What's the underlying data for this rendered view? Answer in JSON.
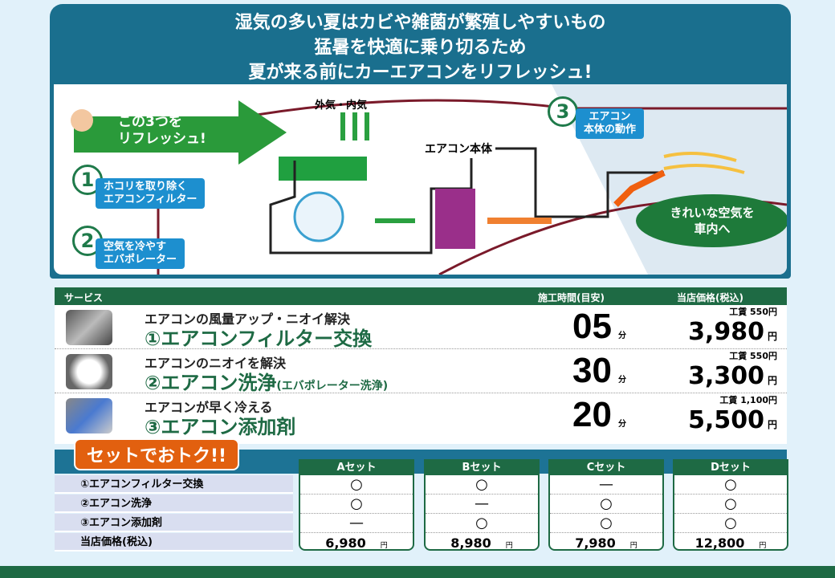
{
  "headline": [
    "湿気の多い夏はカビや雑菌が繁殖しやすいもの",
    "猛暑を快適に乗り切るため",
    "夏が来る前にカーエアコンをリフレッシュ!"
  ],
  "diagram": {
    "refresh": "この3つを\nリフレッシュ!",
    "intake": "外気・内気",
    "unit": "エアコン本体",
    "n1": "1",
    "n2": "2",
    "n3": "3",
    "l1": "ホコリを取り除く\nエアコンフィルター",
    "l2": "空気を冷やす\nエバポレーター",
    "l3": "エアコン\n本体の動作",
    "clean": "きれいな空気を\n車内へ"
  },
  "services": {
    "headers": {
      "service": "サービス",
      "time": "施工時間(目安)",
      "price": "当店価格(税込)"
    },
    "min": "分",
    "yen": "円",
    "rows": [
      {
        "sub": "エアコンの風量アップ・ニオイ解決",
        "main": "①エアコンフィルター交換",
        "note": "",
        "time": "05",
        "labor": "工賃 550円",
        "price": "3,980"
      },
      {
        "sub": "エアコンのニオイを解決",
        "main": "②エアコン洗浄",
        "note": "(エバポレーター洗浄)",
        "time": "30",
        "labor": "工賃 550円",
        "price": "3,300"
      },
      {
        "sub": "エアコンが早く冷える",
        "main": "③エアコン添加剤",
        "note": "",
        "time": "20",
        "labor": "工賃 1,100円",
        "price": "5,500"
      }
    ]
  },
  "sets": {
    "badge": "セットでおトク!!",
    "labels": [
      "①エアコンフィルター交換",
      "②エアコン洗浄",
      "③エアコン添加剤",
      "当店価格(税込)"
    ],
    "yen": "円",
    "columns": [
      {
        "name": "Aセット",
        "marks": [
          "○",
          "○",
          "—"
        ],
        "price": "6,980"
      },
      {
        "name": "Bセット",
        "marks": [
          "○",
          "—",
          "○"
        ],
        "price": "8,980"
      },
      {
        "name": "Cセット",
        "marks": [
          "—",
          "○",
          "○"
        ],
        "price": "7,980"
      },
      {
        "name": "Dセット",
        "marks": [
          "○",
          "○",
          "○"
        ],
        "price": "12,800"
      }
    ]
  }
}
